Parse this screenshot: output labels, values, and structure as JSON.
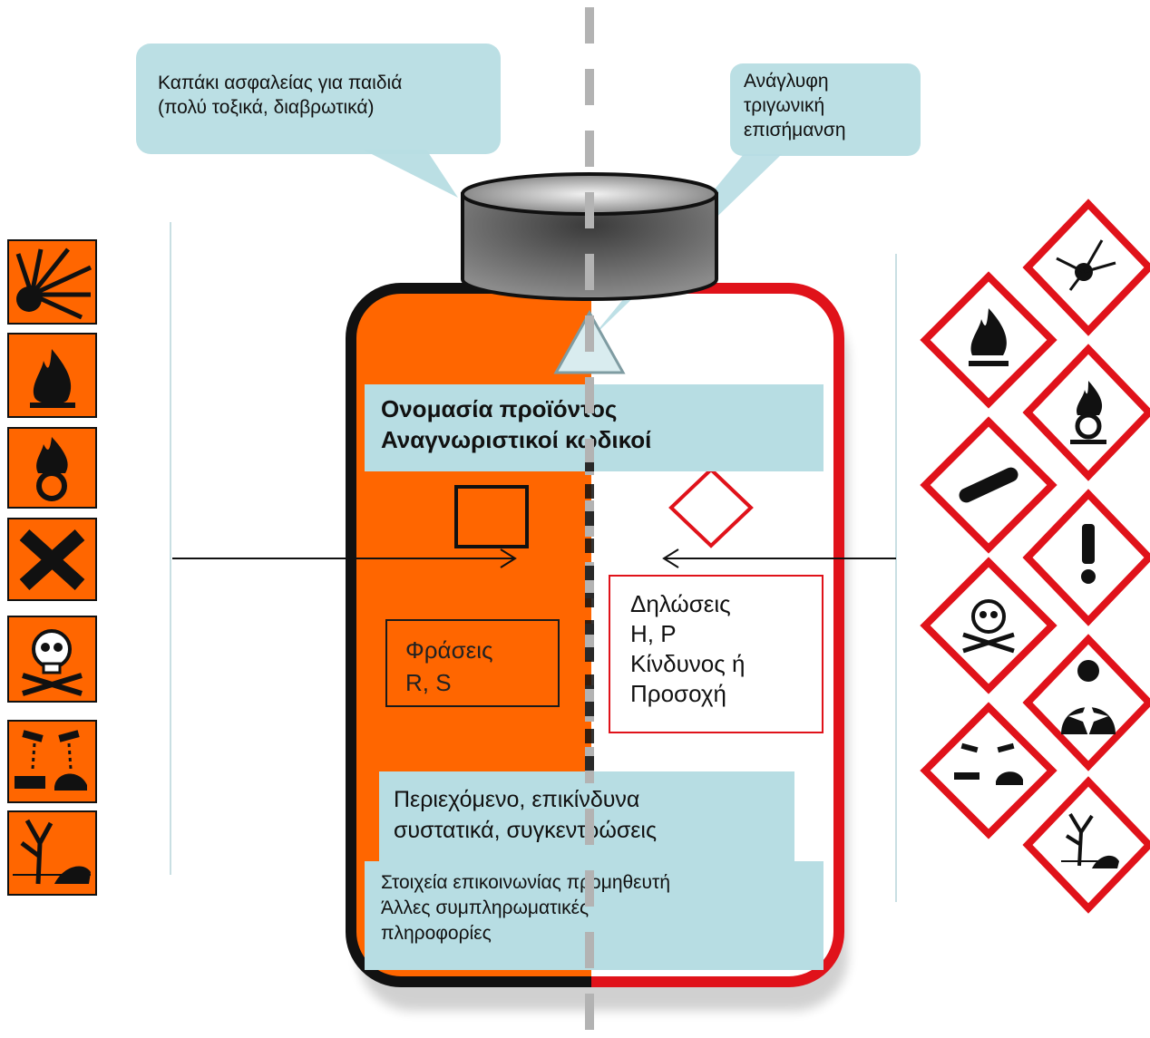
{
  "callouts": {
    "child_cap": [
      "Καπάκι ασφαλείας για παιδιά",
      "(πολύ τοξικά, διαβρωτικά)"
    ],
    "tactile_triangle": [
      "Ανάγλυφη",
      "τριγωνική",
      "επισήμανση"
    ]
  },
  "label": {
    "product_name": "Ονομασία προϊόντος",
    "product_identifiers": "Αναγνωριστικοί κωδικοί",
    "rs_phrases": [
      "Φράσεις",
      "R, S"
    ],
    "hp_statements": [
      "Δηλώσεις",
      "H, P",
      "Κίνδυνος ή",
      "Προσοχή"
    ],
    "contents": [
      "Περιεχόμενο, επικίνδυνα",
      "συστατικά, συγκεντρώσεις"
    ],
    "supplier": [
      "Στοιχεία επικοινωνίας προμηθευτή",
      "Άλλες συμπληρωματικές",
      "πληροφορίες"
    ]
  },
  "old_symbols": [
    {
      "icon": "explosive-icon"
    },
    {
      "icon": "flame-icon"
    },
    {
      "icon": "flame-over-circle-icon"
    },
    {
      "icon": "harmful-cross-icon"
    },
    {
      "icon": "skull-crossbones-icon"
    },
    {
      "icon": "corrosive-icon"
    },
    {
      "icon": "environment-hazard-icon"
    }
  ],
  "ghs_pictograms": [
    {
      "icon": "ghs-exploding-bomb-icon"
    },
    {
      "icon": "ghs-flame-icon"
    },
    {
      "icon": "ghs-flame-over-circle-icon"
    },
    {
      "icon": "ghs-gas-cylinder-icon"
    },
    {
      "icon": "ghs-exclamation-icon"
    },
    {
      "icon": "ghs-skull-crossbones-icon"
    },
    {
      "icon": "ghs-health-hazard-icon"
    },
    {
      "icon": "ghs-corrosion-icon"
    },
    {
      "icon": "ghs-environment-icon"
    }
  ],
  "colors": {
    "old_orange": "#ff6600",
    "ghs_red": "#e0121a",
    "callout_fill": "#b7dde3",
    "cap_grey": "#6b6b6b"
  }
}
